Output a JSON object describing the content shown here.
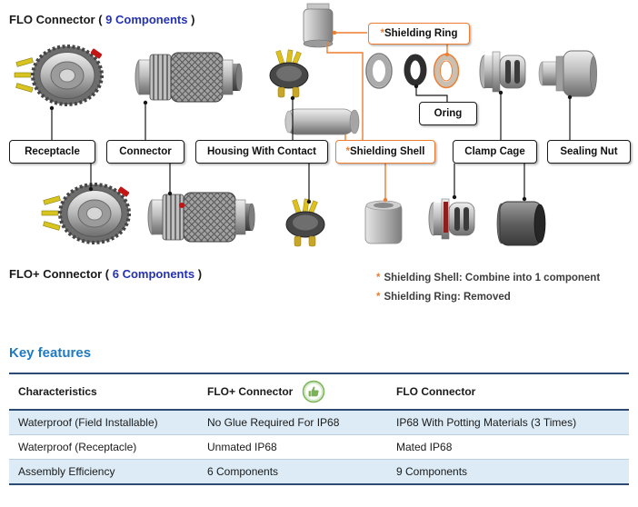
{
  "titles": {
    "flo": {
      "prefix": "FLO Connector (",
      "count": "9 Components",
      "suffix": ")"
    },
    "flo_plus": {
      "prefix": "FLO+ Connector (",
      "count": "6 Components",
      "suffix": ")"
    }
  },
  "labels": {
    "receptacle": "Receptacle",
    "connector": "Connector",
    "housing": "Housing With Contact",
    "shielding_shell": {
      "star": "*",
      "text": "Shielding Shell"
    },
    "shielding_ring": {
      "star": "*",
      "text": "Shielding Ring"
    },
    "oring": "Oring",
    "clamp_cage": "Clamp Cage",
    "sealing_nut": "Sealing Nut"
  },
  "notes": [
    {
      "star": "*",
      "text": "Shielding Shell: Combine into 1 component"
    },
    {
      "star": "*",
      "text": "Shielding Ring: Removed"
    }
  ],
  "key_features": {
    "heading": "Key features",
    "table": {
      "headers": [
        "Characteristics",
        "FLO+  Connector",
        "FLO Connector"
      ],
      "rows": [
        [
          "Waterproof (Field Installable)",
          "No Glue Required For IP68",
          "IP68 With Potting Materials (3 Times)"
        ],
        [
          "Waterproof (Receptacle)",
          "Unmated IP68",
          "Mated IP68"
        ],
        [
          "Assembly Efficiency",
          "6 Components",
          "9 Components"
        ]
      ]
    }
  },
  "icons": {
    "flo_plus_header": "thumbs-up"
  },
  "colors": {
    "accent_blue": "#2432b0",
    "heading_blue": "#1f7ac2",
    "orange": "#ED7D31",
    "navy_border": "#2d4a75",
    "row_blue": "#dcebf5",
    "green": "#79b356",
    "red_accent": "#c41414",
    "pin_yellow": "#d8c41f"
  }
}
